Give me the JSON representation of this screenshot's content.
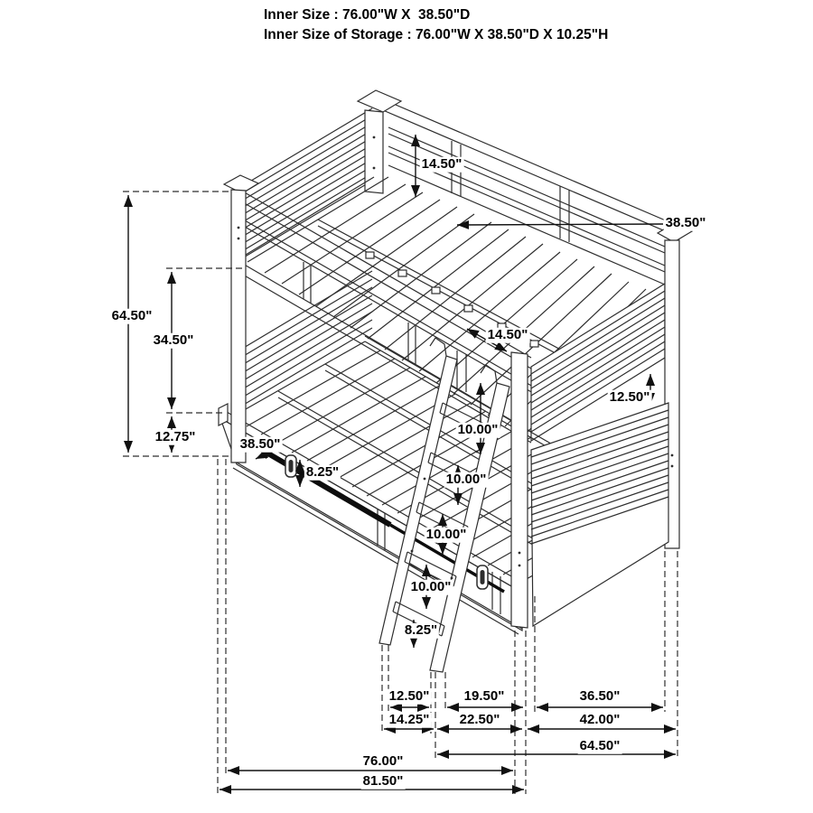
{
  "title": "Bunk bed dimension diagram",
  "header": {
    "line1": "Inner Size : 76.00\"W X  38.50\"D",
    "line2": "Inner Size of Storage : 76.00\"W X 38.50\"D X 10.25\"H"
  },
  "style": {
    "line_color": "#2e2e2e",
    "dimension_color": "#111111",
    "text_color": "#000000",
    "background": "#ffffff"
  },
  "dims": {
    "guard_rail_height": "14.50\"",
    "upper_bed_depth": "38.50\"",
    "overall_height": "64.50\"",
    "bunk_spacing": "34.50\"",
    "base_height": "12.75\"",
    "bunk_gap": "14.50\"",
    "side_rail_gap": "12.50\"",
    "lower_bed_depth": "38.50\"",
    "drawer_face_height": "8.25\"",
    "ladder_step_spacing": [
      "10.00\"",
      "10.00\"",
      "10.00\"",
      "10.00\""
    ],
    "ladder_bottom_step": "8.25\"",
    "bottom_row_top": [
      "12.50\"",
      "19.50\"",
      "36.50\""
    ],
    "bottom_row_mid": [
      "14.25\"",
      "22.50\"",
      "42.00\""
    ],
    "upper_bed_length": "64.50\"",
    "inner_width": "76.00\"",
    "overall_width": "81.50\""
  }
}
